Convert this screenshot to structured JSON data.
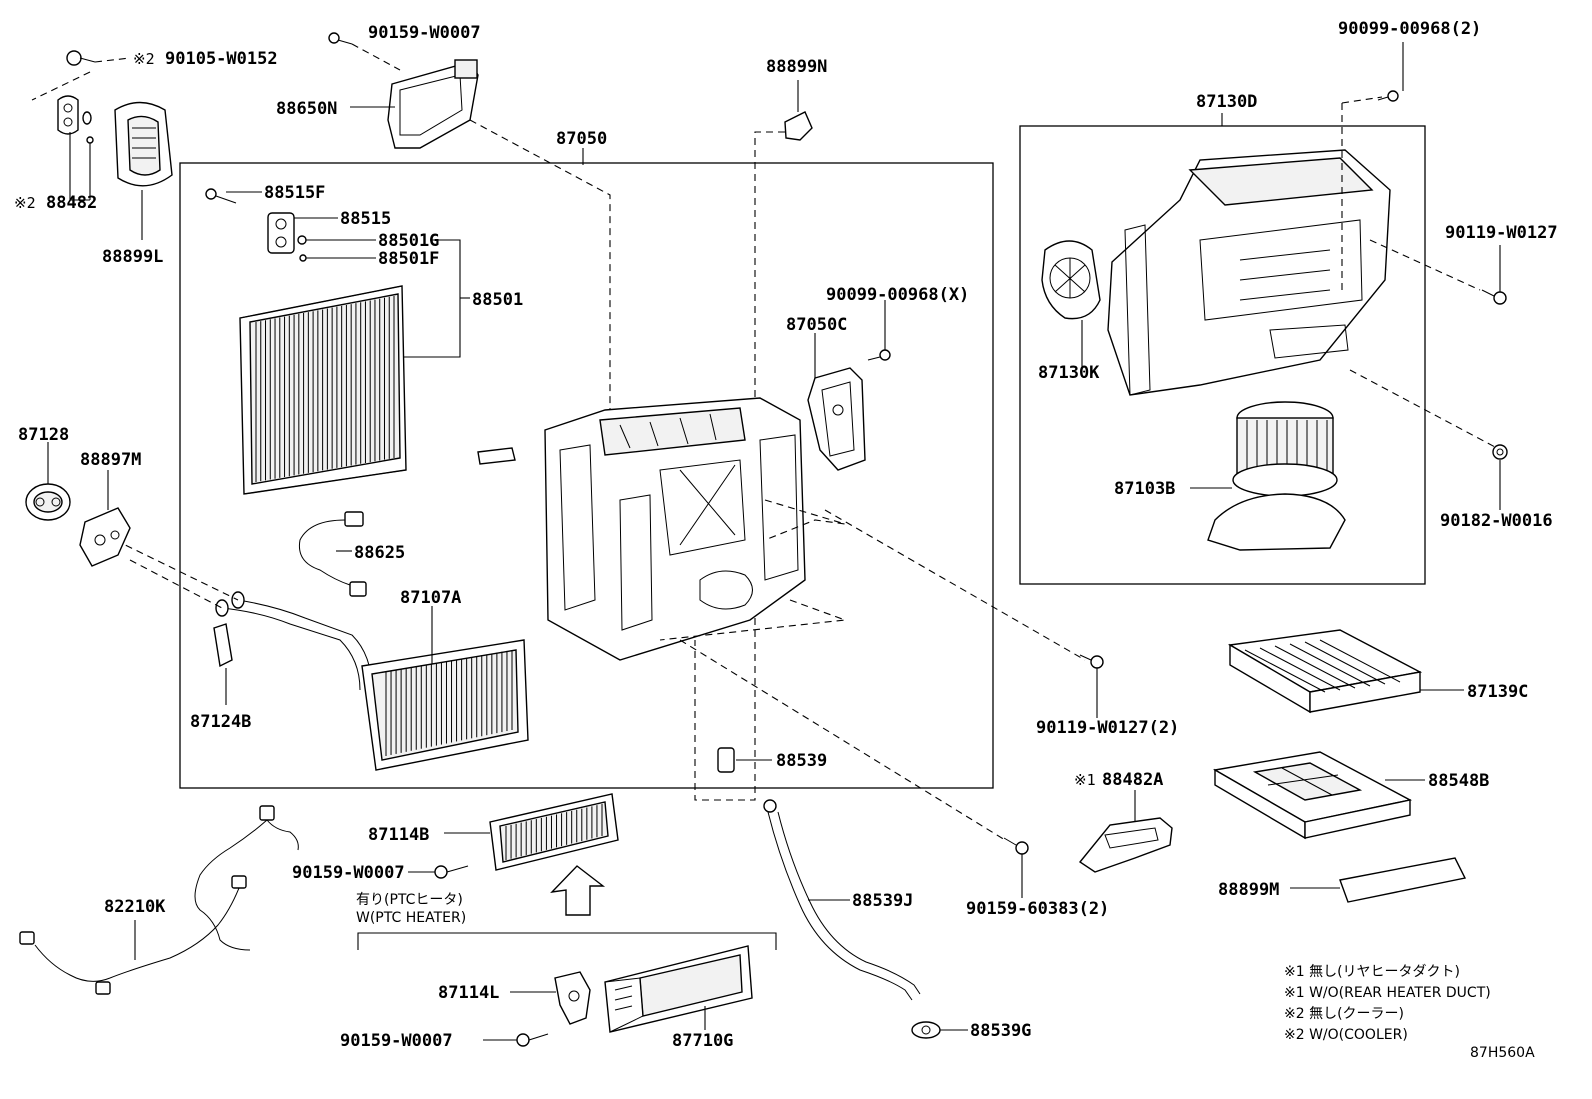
{
  "labels": {
    "p_90105_w0152": "90105-W0152",
    "p_90159_w0007_top": "90159-W0007",
    "p_88899n": "88899N",
    "p_90099_00968_2": "90099-00968(2)",
    "p_88650n": "88650N",
    "p_87050": "87050",
    "p_87130d": "87130D",
    "p_88482": "88482",
    "p_88899l": "88899L",
    "p_88515f": "88515F",
    "p_88515": "88515",
    "p_88501g": "88501G",
    "p_88501f": "88501F",
    "p_88501": "88501",
    "p_90099_00968_x": "90099-00968(X)",
    "p_87050c": "87050C",
    "p_90119_w0127": "90119-W0127",
    "p_87130k": "87130K",
    "p_87128": "87128",
    "p_88897m": "88897M",
    "p_87103b": "87103B",
    "p_90182_w0016": "90182-W0016",
    "p_88625": "88625",
    "p_87107a": "87107A",
    "p_87124b": "87124B",
    "p_88539": "88539",
    "p_90119_w0127_2": "90119-W0127(2)",
    "p_87139c": "87139C",
    "p_88482a": "88482A",
    "p_88548b": "88548B",
    "p_87114b": "87114B",
    "p_90159_w0007_mid": "90159-W0007",
    "p_82210k": "82210K",
    "p_88539j": "88539J",
    "p_90159_60383_2": "90159-60383(2)",
    "p_88899m": "88899M",
    "p_87114l": "87114L",
    "p_90159_w0007_bot": "90159-W0007",
    "p_87710g": "87710G",
    "p_88539g": "88539G"
  },
  "marks": {
    "ref1": "※1",
    "ref2": "※2"
  },
  "ptc": {
    "jp": "有り(PTCヒータ)",
    "en": "W(PTC HEATER)"
  },
  "notes": [
    "※1 無し(リヤヒータダクト)",
    "※1 W/O(REAR HEATER DUCT)",
    "※2 無し(クーラー)",
    "※2 W/O(COOLER)"
  ],
  "diagram_code": "87H560A"
}
